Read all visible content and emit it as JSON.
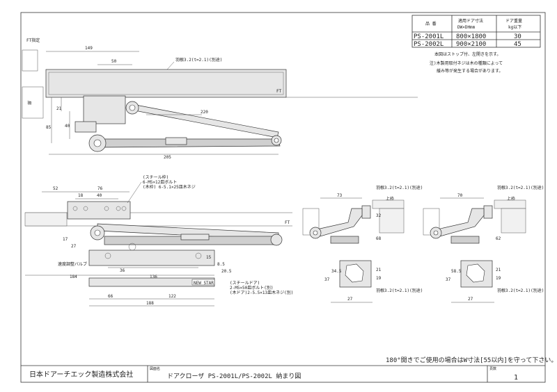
{
  "spec_table": {
    "headers": [
      "品 番",
      "適用ドア寸法",
      "DW×DHmm",
      "ドア重量",
      "kg以下"
    ],
    "rows": [
      {
        "model": "PS-2001L",
        "size": "800×1800",
        "weight": "30"
      },
      {
        "model": "PS-2002L",
        "size": "900×2100",
        "weight": "45"
      }
    ]
  },
  "notes": [
    "本図はストップ付、左開きを示す。",
    "注)木製用取付ネジは木の種類によって",
    "緩み等が発生する場合があります。"
  ],
  "top_view": {
    "labels": {
      "ft_label": "FT指定",
      "door_label": "扉",
      "ft": "FT",
      "blade": "羽根3.2(t=2.1)(別途)"
    },
    "dims": {
      "d149": "149",
      "d50": "50",
      "d220": "220",
      "d205": "205",
      "d85": "85",
      "d21": "21",
      "d40": "40"
    }
  },
  "front_view": {
    "labels": {
      "steel_spec": "(スチール枠)",
      "steel_screw": "6-M5×12皿ボルト",
      "wood_screw": "(木枠) 6-5.1×25皿木ネジ",
      "valve_label": "速度調整バルブ",
      "steel_door": "(スチールドア)",
      "door_screw": "2-M5×50皿ボルト(別)",
      "wood_door": "(木ドア)2-5.5×13皿木ネジ(別)",
      "brand_plate": "NEW STAR",
      "ft": "FT"
    },
    "dims": {
      "d52": "52",
      "d76": "76",
      "d18": "18",
      "d40": "40",
      "d17": "17",
      "d27": "27",
      "d36": "36",
      "d136": "136",
      "d184": "184",
      "d66": "66",
      "d122": "122",
      "d188": "188",
      "d15": "15",
      "d8_5": "8.5",
      "d20_5": "20.5"
    }
  },
  "side_view_1": {
    "labels": {
      "blade": "羽根3.2(t=2.1)(別途)",
      "blade2": "羽根3.2(t=2.1)(別途)",
      "upper": "上枠"
    },
    "dims": {
      "d73": "73",
      "d27": "27",
      "d32": "32",
      "d68": "68",
      "d34_5": "34.5",
      "d21": "21",
      "d19": "19",
      "d37": "37"
    }
  },
  "side_view_2": {
    "labels": {
      "blade": "羽根3.2(t=2.1)(別途)",
      "blade2": "羽根3.2(t=2.1)(別途)",
      "upper": "上枠"
    },
    "dims": {
      "d70": "70",
      "d27": "27",
      "d62": "62",
      "d58_5": "58.5",
      "d21": "21",
      "d19": "19",
      "d37": "37"
    }
  },
  "bottom_note": "180°開きでご使用の場合はW寸法[55以内]を守って下さい。",
  "title_block": {
    "company": "日本ドアーチエック製造株式会社",
    "drawing_name_label": "図面名",
    "drawing_name": "ドアクローザ PS-2001L/PS-2002L 納まり図",
    "page_label": "頁数",
    "page": "1"
  }
}
